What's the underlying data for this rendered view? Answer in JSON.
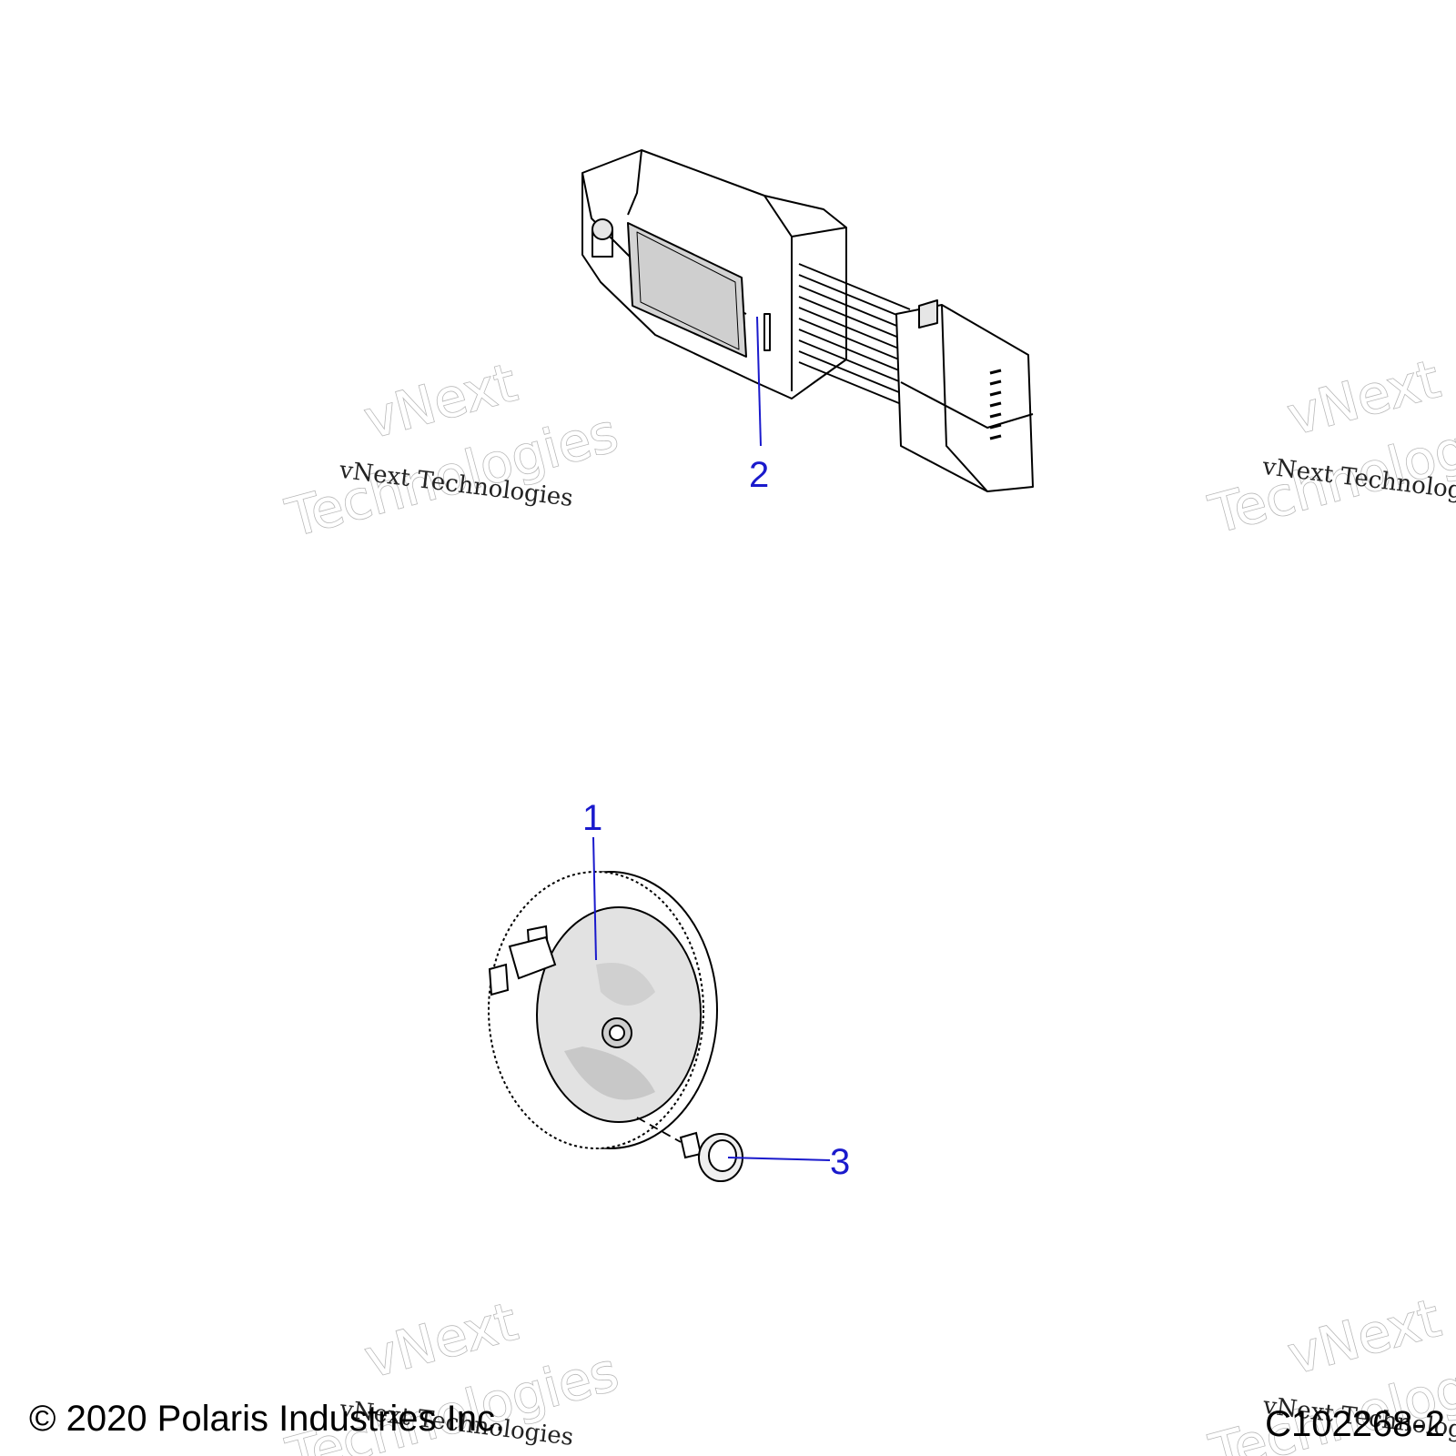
{
  "callouts": {
    "horn": "1",
    "module": "2",
    "bolt": "3"
  },
  "watermark": {
    "line1": "vNext",
    "line2": "Technologies",
    "caption": "vNext Technologies"
  },
  "footer": {
    "copyright": "© 2020 Polaris Industries Inc.",
    "drawing_number": "C102268-2"
  },
  "colors": {
    "callout": "#1a1acc",
    "line_art": "#000000",
    "shade": "#d4d4d4"
  }
}
